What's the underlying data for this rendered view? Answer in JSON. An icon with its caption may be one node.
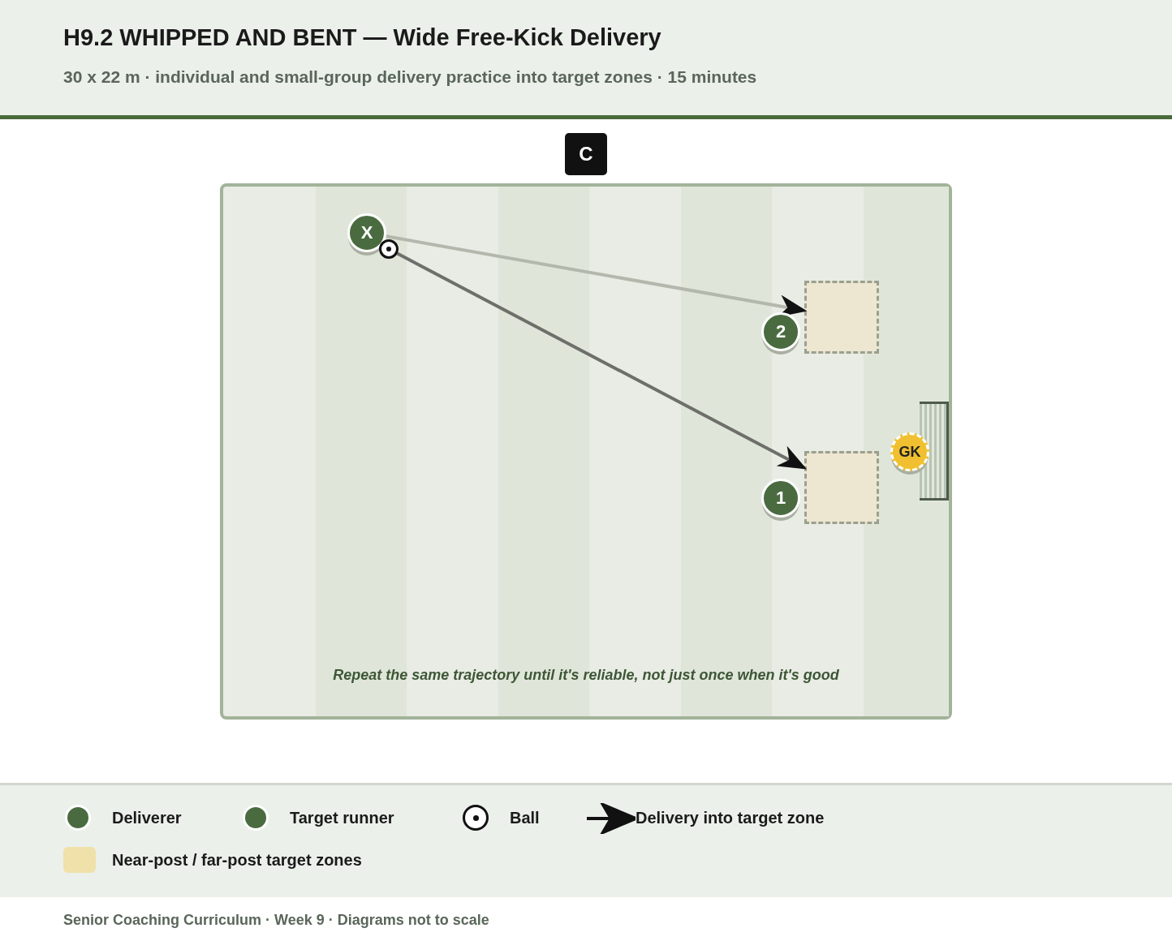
{
  "diagram": {
    "title": "H9.2 WHIPPED AND BENT — Wide Free-Kick Delivery",
    "caption": "Senior Coaching Curriculum · Week 9 · Diagrams not to scale",
    "nodes": [
      {
        "text": [],
        "shape": "box"
      },
      {
        "text": [
          "C"
        ]
      },
      {
        "text": [
          "X"
        ],
        "in": 0
      },
      {
        "text": [],
        "shape": "circle",
        "in": 0
      },
      {
        "text": [],
        "shape": "box",
        "in": 0
      },
      {
        "text": [
          "2"
        ],
        "in": 0
      },
      {
        "text": [],
        "shape": "box",
        "in": 0
      },
      {
        "text": [
          "1"
        ],
        "in": 0
      },
      {
        "text": [
          "GK"
        ],
        "in": 0
      }
    ],
    "edges": [
      {
        "from": 2,
        "to": 4,
        "arrow": "to",
        "color": "#b3b8ad"
      },
      {
        "from": 3,
        "to": 6,
        "arrow": "to",
        "color": "#6e6e6a"
      }
    ],
    "labels": [
      "30 x 22 m · individual and small-group delivery practice into target zones · 15 minutes",
      "Repeat the same trajectory until it's reliable, not just once when it's good"
    ],
    "legend": [
      {
        "text": "Deliverer",
        "color": "#4a6b40"
      },
      {
        "text": "Target runner",
        "color": "#4a6b40"
      },
      {
        "text": "Ball"
      },
      {
        "text": "Delivery into target zone"
      },
      {
        "text": "Near-post / far-post target zones",
        "color": "#efe1a9"
      }
    ]
  }
}
